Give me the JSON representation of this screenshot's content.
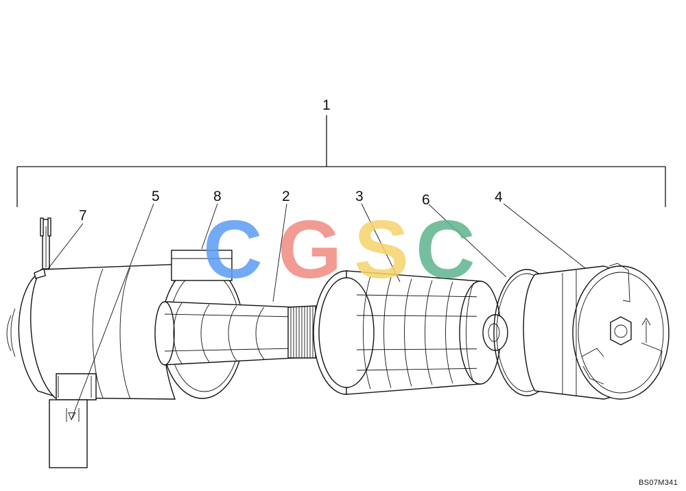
{
  "diagram": {
    "drawing_code": "BS07M341",
    "callouts": [
      {
        "id": "c1",
        "label": "1"
      },
      {
        "id": "c2",
        "label": "2"
      },
      {
        "id": "c3",
        "label": "3"
      },
      {
        "id": "c4",
        "label": "4"
      },
      {
        "id": "c5",
        "label": "5"
      },
      {
        "id": "c6",
        "label": "6"
      },
      {
        "id": "c7",
        "label": "7"
      },
      {
        "id": "c8",
        "label": "8"
      }
    ]
  },
  "watermark": {
    "letters": [
      "C",
      "G",
      "S",
      "C"
    ],
    "colors": [
      "#5b9cf5",
      "#f08a80",
      "#f5d36a",
      "#5fb58e"
    ]
  }
}
